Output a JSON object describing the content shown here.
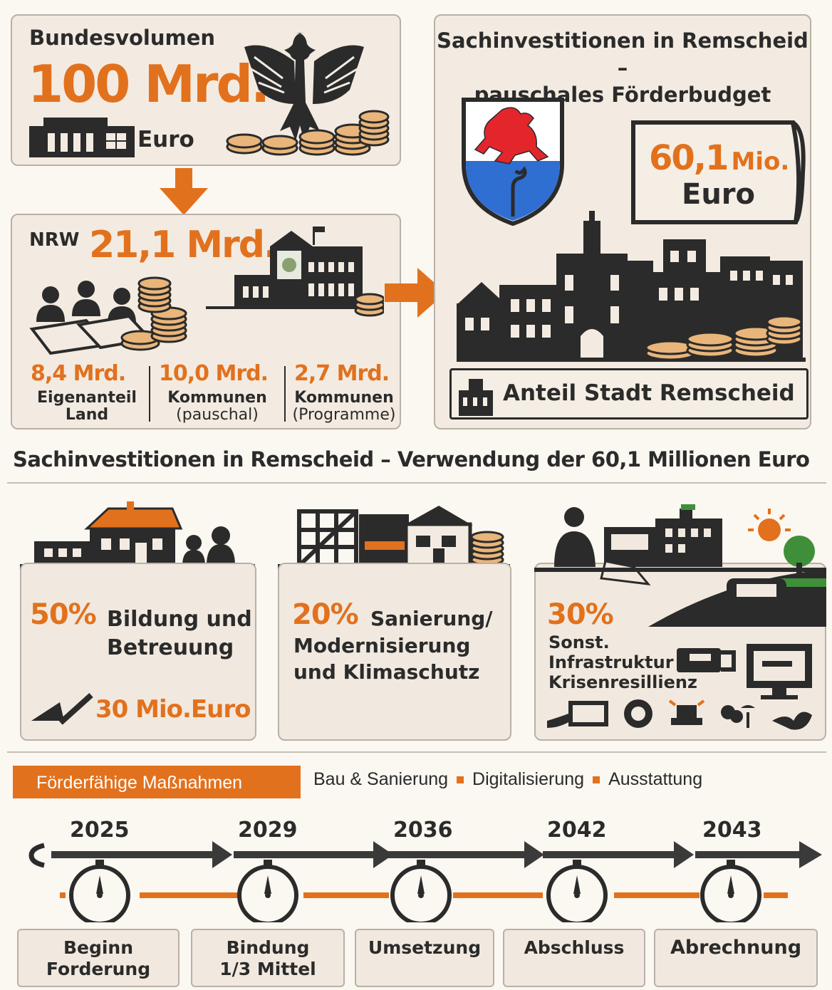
{
  "bund": {
    "label": "Bundesvolumen",
    "amount": "100 Mrd.",
    "unit": "Euro"
  },
  "nrw": {
    "label": "NRW",
    "amount": "21,1 Mrd.",
    "parts": [
      {
        "value": "8,4 Mrd.",
        "line1": "Eigenanteil",
        "line2": "Land"
      },
      {
        "value": "10,0 Mrd.",
        "line1": "Kommunen",
        "line2": "(pauschal)"
      },
      {
        "value": "2,7 Mrd.",
        "line1": "Kommunen",
        "line2": "(Programme)"
      }
    ]
  },
  "remscheid": {
    "title_line1": "Sachinvestitionen in Remscheid –",
    "title_line2": "pauschales Förderbudget",
    "amount_num": "60,1",
    "amount_unit": "Mio.",
    "amount_currency": "Euro",
    "share_label": "Anteil Stadt Remscheid"
  },
  "usage": {
    "title": "Sachinvestitionen in Remscheid – Verwendung der 60,1 Millionen Euro",
    "cards": [
      {
        "percent": "50%",
        "label_line1": "Bildung und",
        "label_line2": "Betreuung",
        "footer": "30 Mio.Euro"
      },
      {
        "percent": "20%",
        "label_line1": "Sanierung/",
        "label_line2": "Modernisierung",
        "label_line3": "und Klimaschutz"
      },
      {
        "percent": "30%",
        "label_line1": "Sonst.",
        "label_line2": "Infrastruktur",
        "label_line3": "Krisenresillienz"
      }
    ]
  },
  "measures": {
    "label": "Förderfähige Maßnahmen",
    "items": [
      "Bau & Sanierung",
      "Digitalisierung",
      "Ausstattung"
    ]
  },
  "timeline": {
    "years": [
      "2025",
      "2029",
      "2036",
      "2042",
      "2043"
    ],
    "stages": [
      {
        "line1": "Beginn",
        "line2": "Forderung"
      },
      {
        "line1": "Bindung",
        "line2": "1/3 Mittel"
      },
      {
        "line1": "Umsetzung",
        "line2": ""
      },
      {
        "line1": "Abschluss",
        "line2": ""
      },
      {
        "line1": "Abrechnung",
        "line2": ""
      }
    ]
  },
  "colors": {
    "accent": "#e2711d",
    "dark": "#2b2b2b",
    "panel": "#f3ebe1"
  }
}
